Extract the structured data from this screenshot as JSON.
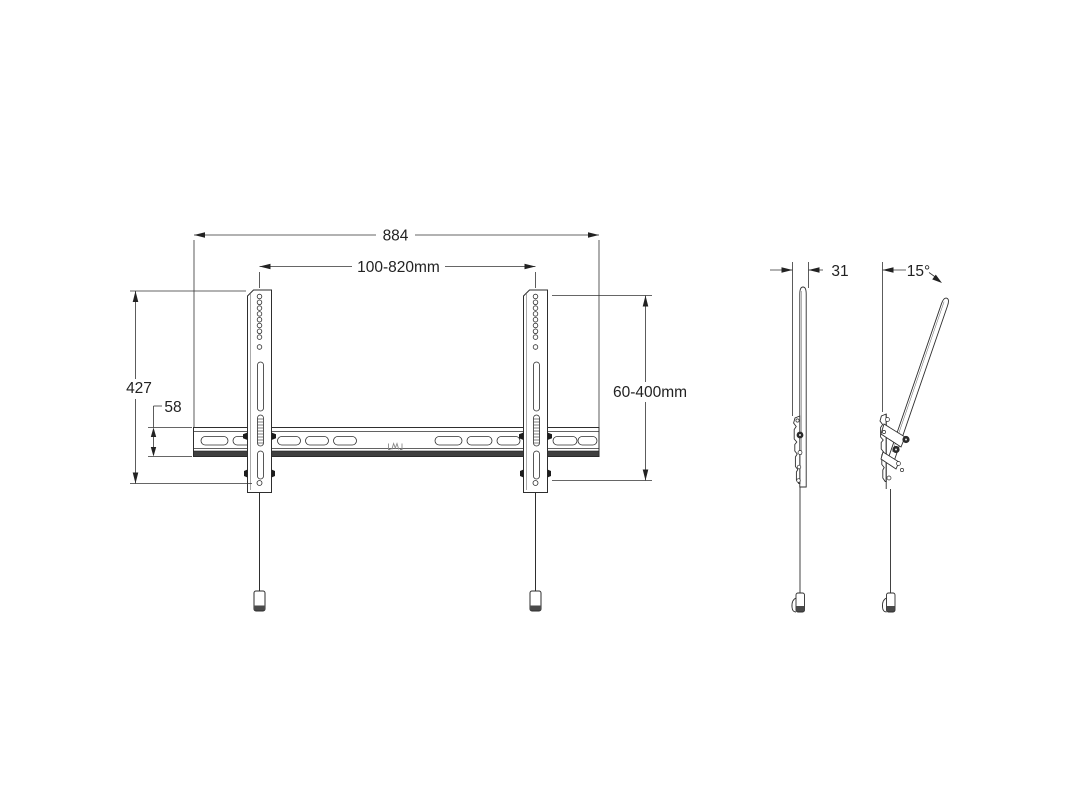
{
  "page": {
    "background": "#ffffff",
    "line_color": "#2e2e2e",
    "accent_dark": "#3f3f3f"
  },
  "front_view": {
    "dim_overall_width": "884",
    "dim_mount_width": "100-820mm",
    "dim_height": "427",
    "dim_rail_height": "58",
    "dim_mount_height": "60-400mm"
  },
  "side_view": {
    "dim_depth": "31",
    "dim_tilt_angle": "15°"
  },
  "icons": {
    "brand_mark": "brand-m-mark"
  }
}
